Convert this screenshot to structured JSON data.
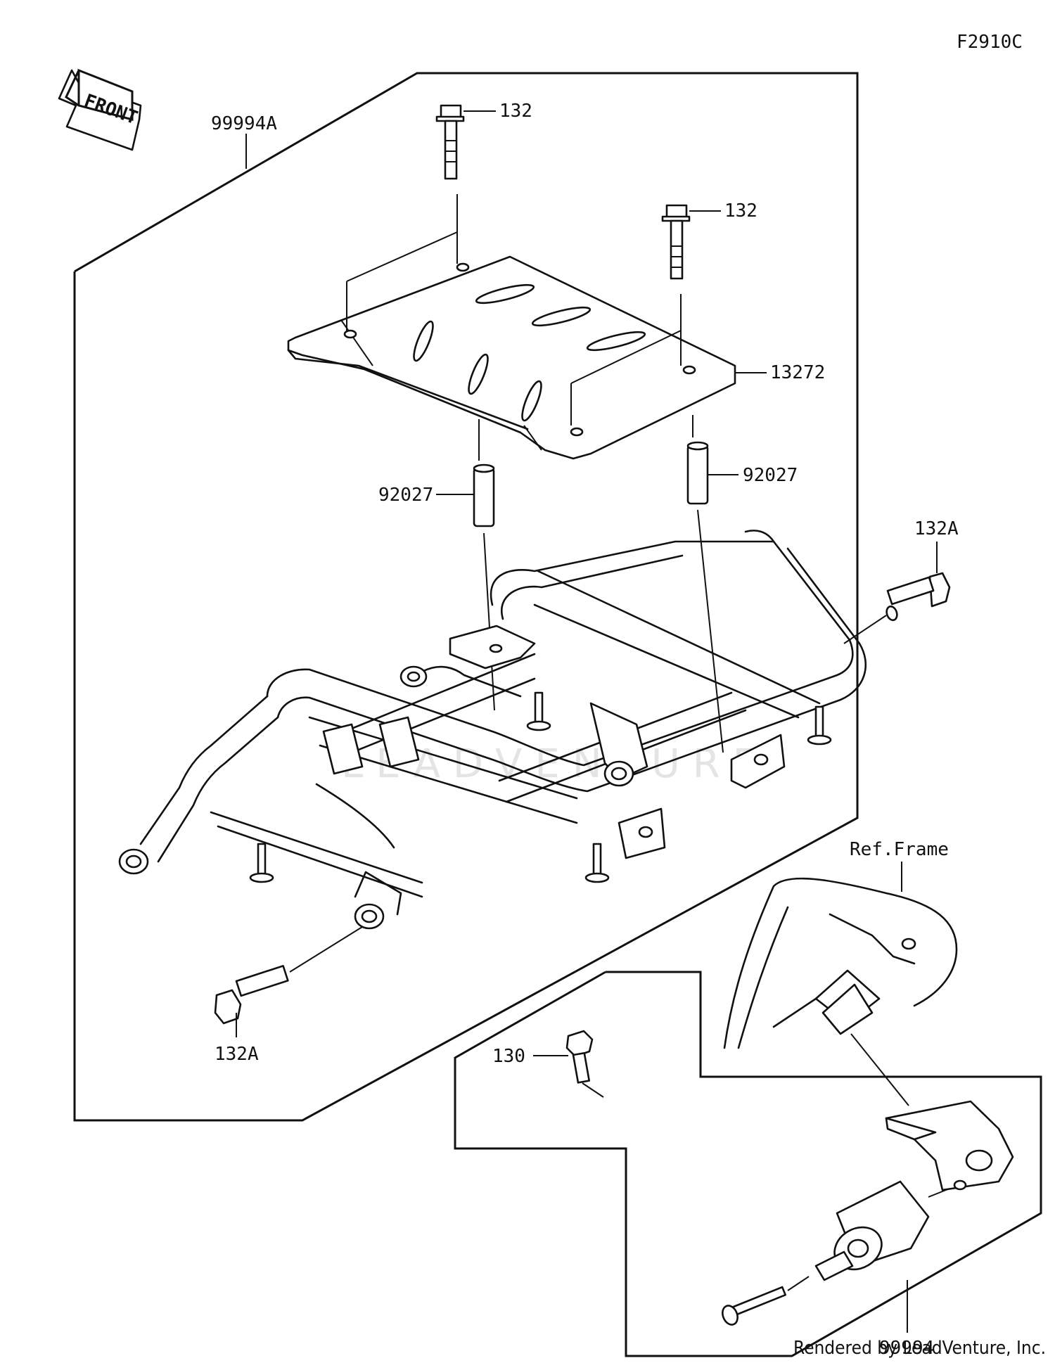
{
  "figure_code": "F2910C",
  "direction_label": "FRONT",
  "watermark": "LEADVENTURE",
  "reference_label": "Ref.Frame",
  "credit": "Rendered by LeadVenture, Inc.",
  "callouts": [
    {
      "id": "99994A",
      "text": "99994A"
    },
    {
      "id": "132-a",
      "text": "132"
    },
    {
      "id": "132-b",
      "text": "132"
    },
    {
      "id": "13272",
      "text": "13272"
    },
    {
      "id": "92027-left",
      "text": "92027"
    },
    {
      "id": "92027-right",
      "text": "92027"
    },
    {
      "id": "132A-right",
      "text": "132A"
    },
    {
      "id": "132A-left",
      "text": "132A"
    },
    {
      "id": "130",
      "text": "130"
    },
    {
      "id": "99994",
      "text": "99994"
    }
  ],
  "colors": {
    "line": "#111111",
    "background": "#ffffff",
    "watermark": "#e4e4e4"
  }
}
